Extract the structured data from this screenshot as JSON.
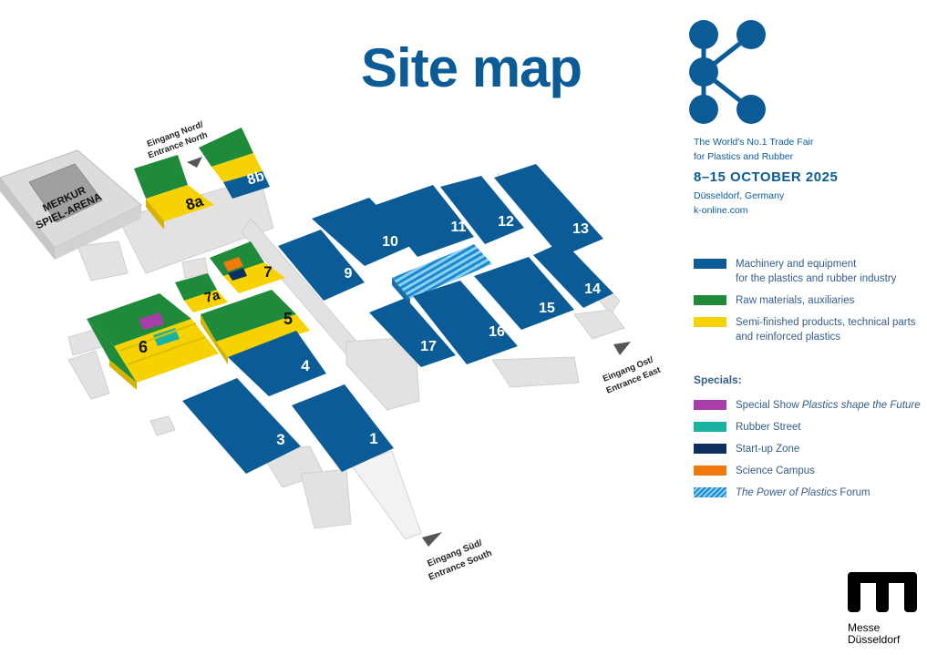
{
  "title": "Site map",
  "fair": {
    "tagline_1": "The World's No.1 Trade Fair",
    "tagline_2": "for Plastics and Rubber",
    "dates": "8–15 OCTOBER 2025",
    "location": "Düsseldorf, Germany",
    "website": "k-online.com"
  },
  "colors": {
    "brand_blue": "#0b5c96",
    "machinery": "#0b5c96",
    "raw_materials": "#1e8a3a",
    "semi_finished": "#f6d300",
    "special_show": "#a83ea8",
    "rubber_street": "#1ab2a0",
    "startup_zone": "#0d2f60",
    "science_campus": "#f07b0c",
    "forum": "#3a9fdb"
  },
  "legend": [
    {
      "line1": "Machinery and equipment",
      "line2": "for the plastics and rubber industry",
      "color": "#0b5c96"
    },
    {
      "line1": "Raw materials, auxiliaries",
      "line2": "",
      "color": "#1e8a3a"
    },
    {
      "line1": "Semi-finished products, technical parts",
      "line2": "and reinforced plastics",
      "color": "#f6d300"
    }
  ],
  "specials_title": "Specials:",
  "specials": [
    {
      "prefix": "Special Show ",
      "italic": "Plastics shape the Future",
      "suffix": "",
      "color": "#a83ea8"
    },
    {
      "prefix": "Rubber Street",
      "italic": "",
      "suffix": "",
      "color": "#1ab2a0"
    },
    {
      "prefix": "Start-up Zone",
      "italic": "",
      "suffix": "",
      "color": "#0d2f60"
    },
    {
      "prefix": "Science Campus",
      "italic": "",
      "suffix": "",
      "color": "#f07b0c"
    },
    {
      "prefix": "",
      "italic": "The Power of Plastics",
      "suffix": " Forum",
      "color": "hatched"
    }
  ],
  "halls": {
    "h1": "1",
    "h3": "3",
    "h4": "4",
    "h5": "5",
    "h6": "6",
    "h7": "7",
    "h7a": "7a",
    "h8a": "8a",
    "h8b": "8b",
    "h9": "9",
    "h10": "10",
    "h11": "11",
    "h12": "12",
    "h13": "13",
    "h14": "14",
    "h15": "15",
    "h16": "16",
    "h17": "17"
  },
  "arena": {
    "line1": "MERKUR",
    "line2": "SPIEL-ARENA"
  },
  "entrances": {
    "north_1": "Eingang Nord/",
    "north_2": "Entrance North",
    "east_1": "Eingang Ost/",
    "east_2": "Entrance East",
    "south_1": "Eingang Süd/",
    "south_2": "Entrance South"
  },
  "operator": {
    "line1": "Messe",
    "line2": "Düsseldorf"
  }
}
